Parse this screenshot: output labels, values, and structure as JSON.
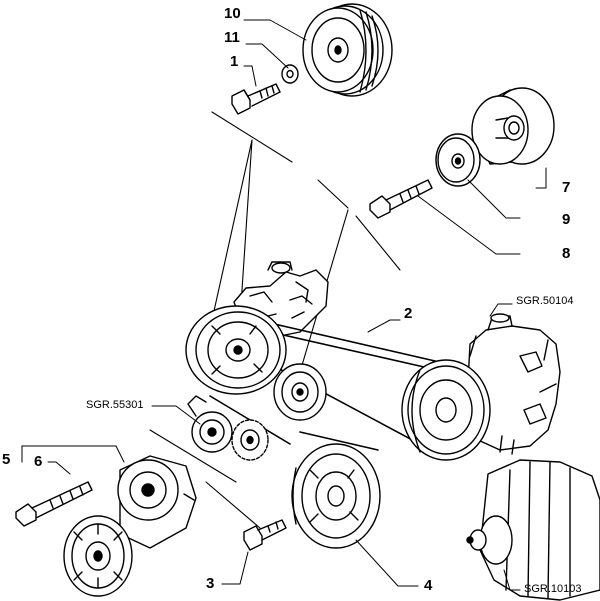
{
  "callouts": {
    "c1": "1",
    "c2": "2",
    "c3": "3",
    "c4": "4",
    "c5": "5",
    "c6": "6",
    "c7": "7",
    "c8": "8",
    "c9": "9",
    "c10": "10",
    "c11": "11"
  },
  "references": {
    "ac_compressor": "SGR.50104",
    "idler_bracket": "SGR.55301",
    "alternator": "SGR.10103"
  },
  "colors": {
    "ink": "#000000",
    "paper": "#ffffff",
    "shade": "#d9d9d9"
  }
}
